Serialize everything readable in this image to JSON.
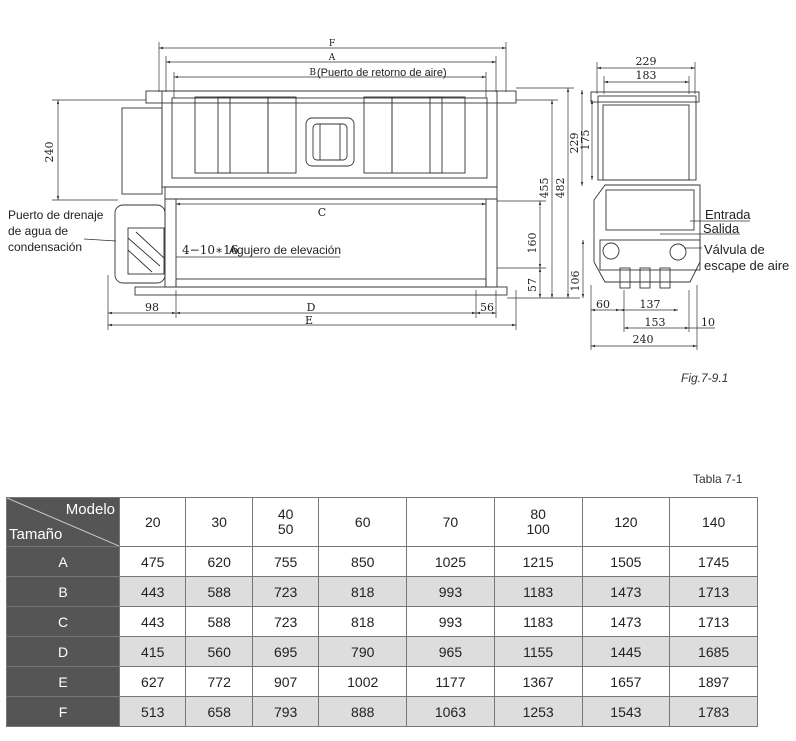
{
  "drawing": {
    "dim_F": "F",
    "dim_A": "A",
    "dim_B": "B",
    "label_return": "(Puerto de retorno de aire)",
    "dim_C": "C",
    "dim_D": "D",
    "dim_E": "E",
    "dim_240_left": "240",
    "dim_98": "98",
    "dim_56": "56",
    "dim_160": "160",
    "dim_57": "57",
    "dim_455": "455",
    "dim_482": "482",
    "lifting_code": "4−10∗16",
    "lifting_text": "Agujero de elevación",
    "drain_line1": "Puerto de drenaje",
    "drain_line2": "de agua de",
    "drain_line3": "condensación",
    "side_229_top": "229",
    "side_183": "183",
    "side_229_v": "229",
    "side_175": "175",
    "side_106": "106",
    "side_60": "60",
    "side_137": "137",
    "side_153": "153",
    "side_10": "10",
    "side_240_bottom": "240",
    "label_entrada": "Entrada",
    "label_salida": "Salida",
    "label_valvula1": "Válvula de",
    "label_valvula2": "escape de aire"
  },
  "figure_caption": "Fig.7-9.1",
  "table_caption": "Tabla 7-1",
  "table": {
    "corner_top": "Modelo",
    "corner_bottom": "Tamaño",
    "models": [
      {
        "l1": "20",
        "l2": ""
      },
      {
        "l1": "30",
        "l2": ""
      },
      {
        "l1": "40",
        "l2": "50"
      },
      {
        "l1": "60",
        "l2": ""
      },
      {
        "l1": "70",
        "l2": ""
      },
      {
        "l1": "80",
        "l2": "100"
      },
      {
        "l1": "120",
        "l2": ""
      },
      {
        "l1": "140",
        "l2": ""
      }
    ],
    "rows": [
      {
        "label": "A",
        "values": [
          "475",
          "620",
          "755",
          "850",
          "1025",
          "1215",
          "1505",
          "1745"
        ]
      },
      {
        "label": "B",
        "values": [
          "443",
          "588",
          "723",
          "818",
          "993",
          "1183",
          "1473",
          "1713"
        ]
      },
      {
        "label": "C",
        "values": [
          "443",
          "588",
          "723",
          "818",
          "993",
          "1183",
          "1473",
          "1713"
        ]
      },
      {
        "label": "D",
        "values": [
          "415",
          "560",
          "695",
          "790",
          "965",
          "1155",
          "1445",
          "1685"
        ]
      },
      {
        "label": "E",
        "values": [
          "627",
          "772",
          "907",
          "1002",
          "1177",
          "1367",
          "1657",
          "1897"
        ]
      },
      {
        "label": "F",
        "values": [
          "513",
          "658",
          "793",
          "888",
          "1063",
          "1253",
          "1543",
          "1783"
        ]
      }
    ]
  }
}
